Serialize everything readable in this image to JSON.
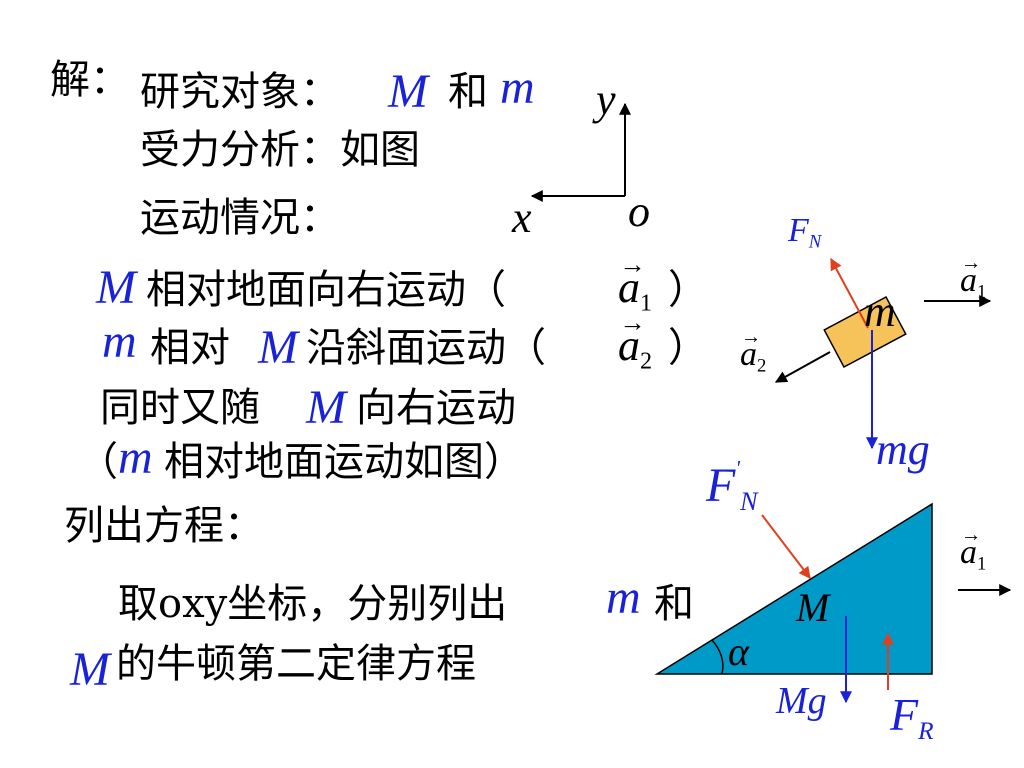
{
  "text": {
    "jie": "解：",
    "object_prefix": "研究对象：",
    "sym_M": "M",
    "he": "和",
    "sym_m": "m",
    "force_analysis": "受力分析：如图",
    "motion": "运动情况：",
    "line_M_prefix": "相对地面向右运动（",
    "line_m_mid1": "相对",
    "line_m_mid2": "沿斜面运动（",
    "close_paren": "）",
    "line_sim_1": "同时又随",
    "line_sim_2": "向右运动",
    "open_paren": "（",
    "line_paren_2": "相对地面运动如图）",
    "equations": "列出方程：",
    "take_1": "取oxy坐标，分别列出",
    "take_2": "和",
    "newton": "的牛顿第二定律方程"
  },
  "axes": {
    "y": "y",
    "x": "x",
    "o": "o"
  },
  "vectors": {
    "a": "a",
    "sub1": "1",
    "sub2": "2"
  },
  "labels": {
    "F": "F",
    "N": "N",
    "R": "R",
    "prime": "'",
    "m": "m",
    "mg": "mg",
    "M": "M",
    "Mg": "Mg",
    "alpha": "α"
  },
  "colors": {
    "blue_symbols": "#1a22d8",
    "force_red": "#e0401e",
    "block_fill": "#f6c35a",
    "wedge_fill": "#009ac9"
  }
}
